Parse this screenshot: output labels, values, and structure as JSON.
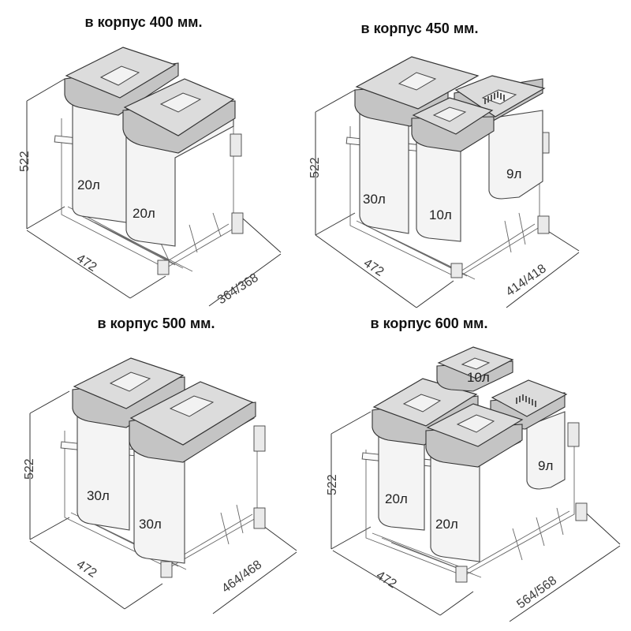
{
  "panels": [
    {
      "title": "в корпус 400 мм.",
      "height": "522",
      "depth": "472",
      "width": "364/368",
      "bins": [
        {
          "label": "20л"
        },
        {
          "label": "20л"
        }
      ]
    },
    {
      "title": "в корпус 450 мм.",
      "height": "522",
      "depth": "472",
      "width": "414/418",
      "bins": [
        {
          "label": "30л"
        },
        {
          "label": "10л"
        },
        {
          "label": "9л"
        }
      ]
    },
    {
      "title": "в корпус 500 мм.",
      "height": "522",
      "depth": "472",
      "width": "464/468",
      "bins": [
        {
          "label": "30л"
        },
        {
          "label": "30л"
        }
      ]
    },
    {
      "title": "в корпус 600 мм.",
      "height": "522",
      "depth": "472",
      "width": "564/568",
      "bins": [
        {
          "label": "20л"
        },
        {
          "label": "20л"
        },
        {
          "label": "10л"
        },
        {
          "label": "9л"
        }
      ]
    }
  ]
}
